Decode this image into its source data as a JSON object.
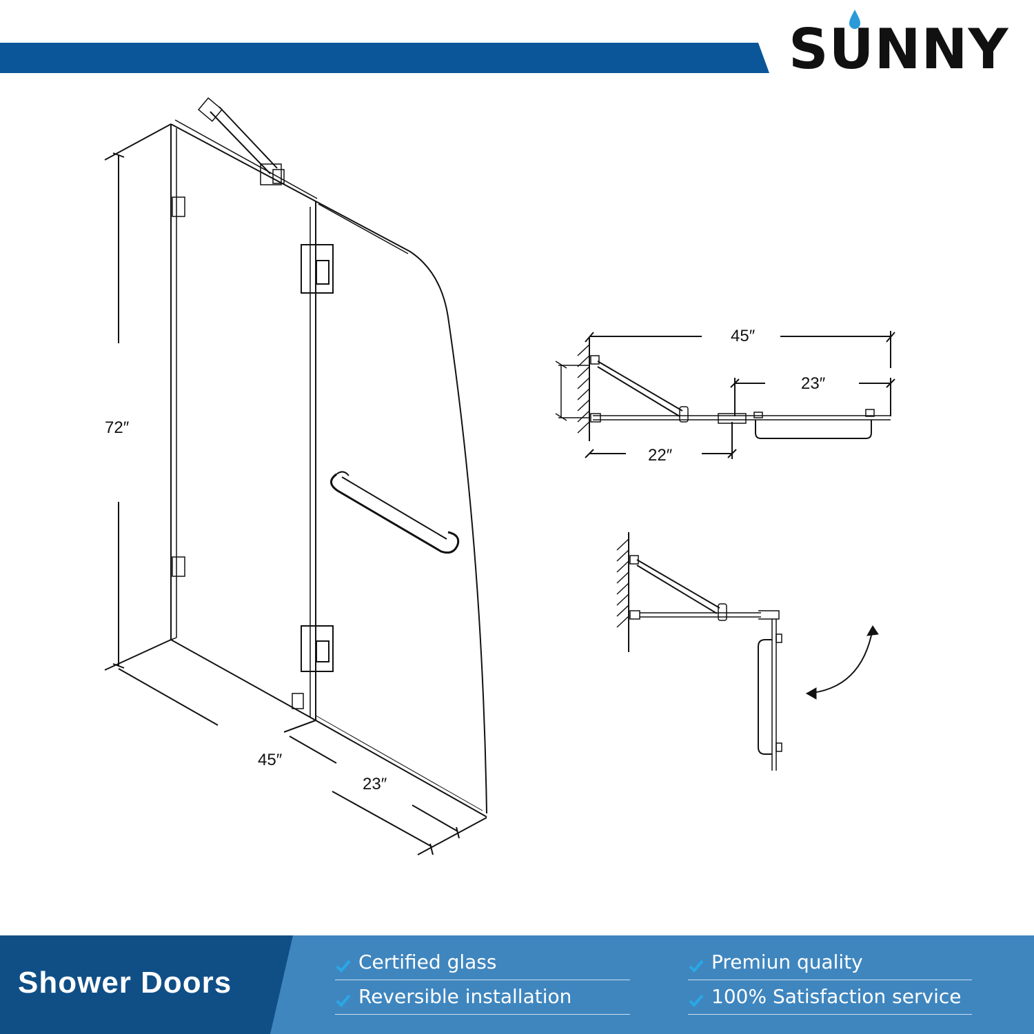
{
  "brand": {
    "name": "SUNNY",
    "accent": "#0a5699",
    "drop_color": "#2a9bd8"
  },
  "dimensions": {
    "height": "72″",
    "width_total_3d": "45″",
    "door_3d": "23″",
    "top_total": "45″",
    "top_door": "23″",
    "top_fixed": "22″"
  },
  "footer": {
    "title": "Shower Doors",
    "features": [
      "Certified glass",
      "Premiun quality",
      "Reversible installation",
      "100% Satisfaction service"
    ],
    "left_color": "#104f86",
    "right_color": "#3f86bf"
  }
}
